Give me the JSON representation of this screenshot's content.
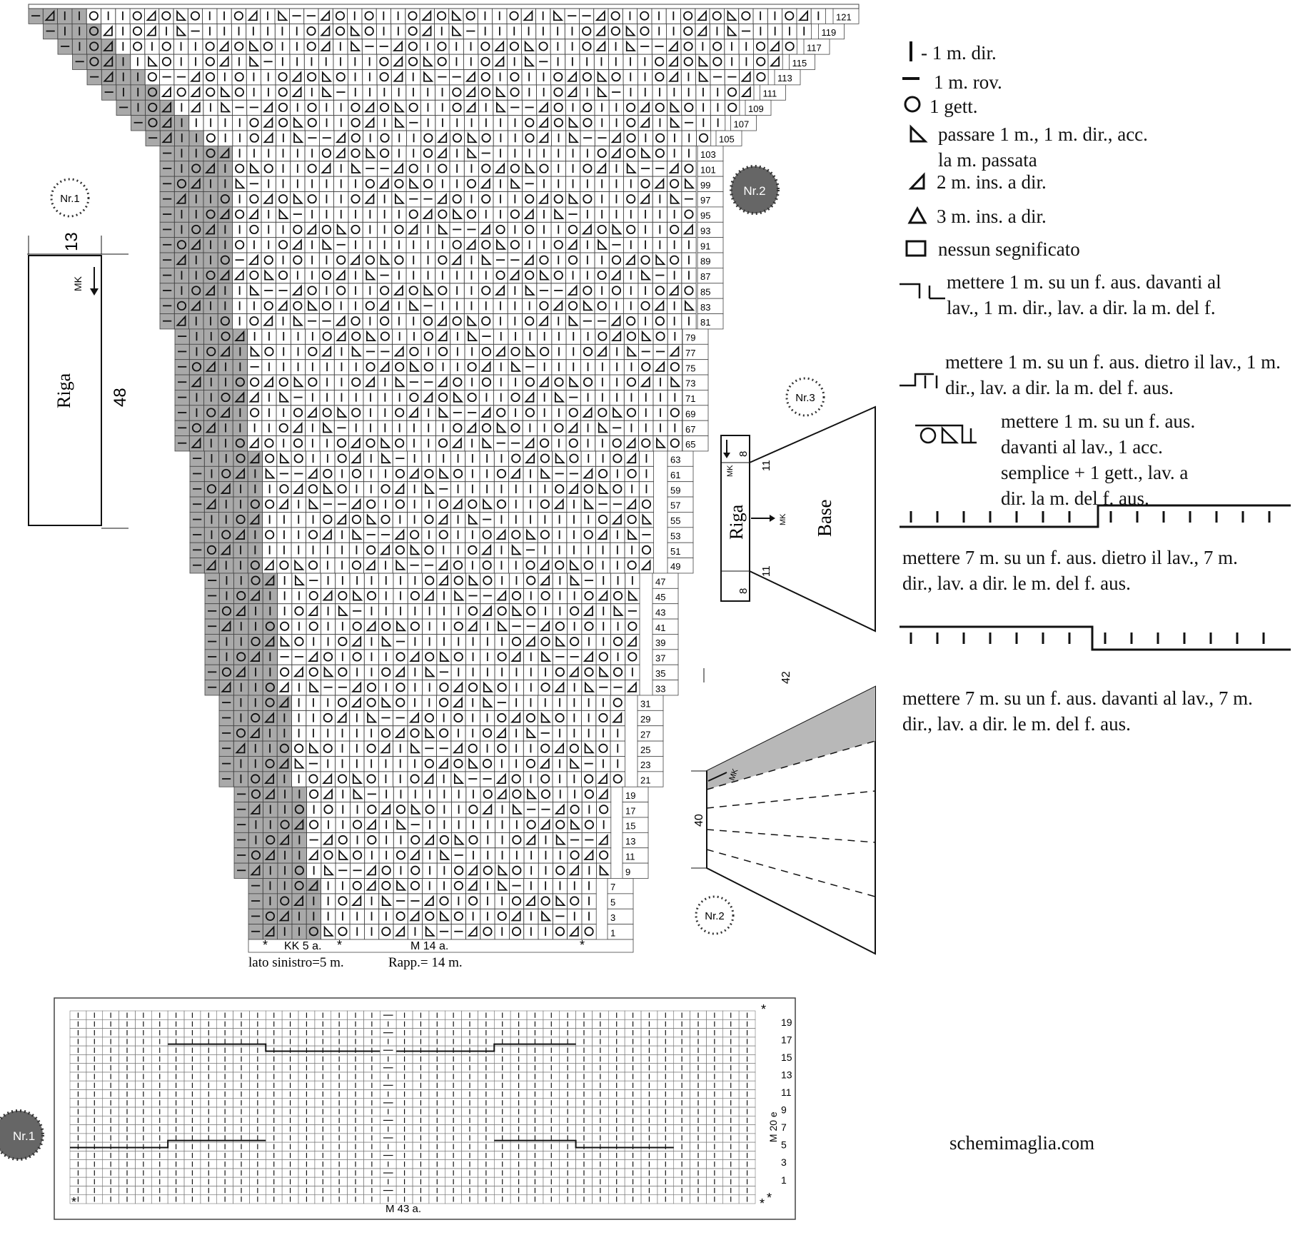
{
  "main_chart": {
    "row_numbers": [
      "121",
      "119",
      "117",
      "115",
      "113",
      "111",
      "109",
      "107",
      "105",
      "103",
      "101",
      "99",
      "97",
      "95",
      "93",
      "91",
      "89",
      "87",
      "85",
      "83",
      "81",
      "79",
      "77",
      "75",
      "73",
      "71",
      "69",
      "67",
      "65",
      "63",
      "61",
      "59",
      "57",
      "55",
      "53",
      "51",
      "49",
      "47",
      "45",
      "43",
      "41",
      "39",
      "37",
      "35",
      "33",
      "31",
      "29",
      "27",
      "25",
      "23",
      "21",
      "19",
      "17",
      "15",
      "13",
      "11",
      "9",
      "7",
      "5",
      "3",
      "1"
    ],
    "footer_marks": [
      "*",
      "KK 5 a.",
      "*",
      "M 14 a.",
      "*"
    ],
    "caption_left": "lato sinistro=5 m.",
    "caption_right": "Rapp.= 14 m.",
    "shaded_color": "#a9a9a9",
    "grid_color": "#444444"
  },
  "badges": {
    "nr1_left": "Nr.1",
    "nr2_right": "Nr.2",
    "nr3": "Nr.3",
    "nr2_bottom": "Nr.2",
    "nr1_bottom": "Nr.1"
  },
  "schematic_riga": {
    "top_dim": "13",
    "side_dim": "48",
    "label": "Riga",
    "mk": "MK"
  },
  "schematic_base": {
    "label_riga": "Riga",
    "label_base": "Base",
    "mk_top": "MK",
    "mk_mid": "MK",
    "dim_top_8": "8",
    "dim_top_11": "11",
    "dim_bottom_11": "11",
    "dim_bottom_8": "8"
  },
  "schematic_fan": {
    "dim_42": "42",
    "dim_40": "40",
    "mk": "MK"
  },
  "legend": {
    "items": [
      {
        "symbol": "knit-dash",
        "text": "- 1 m. dir."
      },
      {
        "symbol": "purl",
        "text": "1 m. rov."
      },
      {
        "symbol": "yarn-over",
        "text": "1 gett."
      },
      {
        "symbol": "ssk",
        "text": "passare 1 m., 1 m. dir., acc. la m. passata"
      },
      {
        "symbol": "k2tog",
        "text": "2 m. ins. a dir."
      },
      {
        "symbol": "k3tog",
        "text": "3 m. ins. a dir."
      },
      {
        "symbol": "no-stitch",
        "text": "nessun segnificato"
      },
      {
        "symbol": "cross-front",
        "text": "mettere 1 m. su un f. aus. davanti al lav., 1 m. dir., lav. a dir. la m. del f."
      },
      {
        "symbol": "cross-back",
        "text": "mettere 1 m. su un f. aus. dietro il lav., 1 m. dir., lav. a dir. la m. del f. aus."
      },
      {
        "symbol": "special-cross",
        "text": "mettere 1 m. su un f. aus. davanti al lav., 1 acc. semplice + 1 gett., lav. a dir. la m. del f. aus."
      },
      {
        "symbol": "cable-7-back",
        "text": "mettere 7 m. su un f. aus. dietro il lav., 7 m. dir., lav. a dir. le m. del f. aus."
      },
      {
        "symbol": "cable-7-front",
        "text": "mettere 7 m. su un f. aus. davanti al lav., 7 m. dir., lav. a dir. le m. del f. aus."
      }
    ]
  },
  "bottom_chart": {
    "row_numbers": [
      "19",
      "17",
      "15",
      "13",
      "11",
      "9",
      "7",
      "5",
      "3",
      "1"
    ],
    "side_label": "M 20 e",
    "footer_label": "M 43 a.",
    "star": "*"
  },
  "watermark": "schemimaglia.com"
}
